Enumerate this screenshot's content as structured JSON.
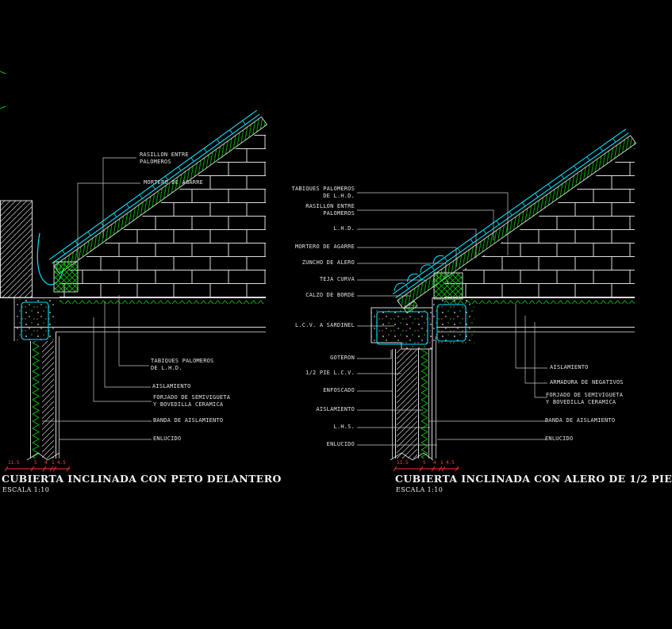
{
  "drawing": {
    "left": {
      "title": "CUBIERTA INCLINADA CON PETO DELANTERO",
      "scale": "ESCALA 1:10",
      "callouts_top": [
        "RASILLON ENTRE\nPALOMEROS",
        "MORTERO DE AGARRE"
      ],
      "callouts_right": [
        "TABIQUES PALOMEROS\nDE L.H.D.",
        "AISLAMIENTO",
        "FORJADO DE SEMIVIGUETA\nY BOVEDILLA CERAMICA",
        "BANDA DE AISLAMIENTO",
        "ENLUCIDO"
      ],
      "scale_numbers": [
        "11.5",
        "5",
        "4",
        "1",
        "4.5"
      ]
    },
    "right": {
      "title": "CUBIERTA INCLINADA CON ALERO DE 1/2 PIE",
      "scale": "ESCALA 1:10",
      "callouts_left": [
        "TABIQUES PALOMEROS\nDE L.H.D.",
        "RASILLON ENTRE\nPALOMEROS",
        "L.H.D.",
        "MORTERO DE AGARRE",
        "ZUNCHO DE ALERO",
        "TEJA CURVA",
        "CALZO DE BORDE",
        "L.C.V. A SARDINEL",
        "GOTERON",
        "1/2 PIE L.C.V.",
        "ENFOSCADO",
        "AISLAMIENTO",
        "L.H.S.",
        "ENLUCIDO"
      ],
      "callouts_right": [
        "AISLAMIENTO",
        "ARMADURA DE NEGATIVOS",
        "FORJADO DE SEMIVIGUETA\nY BOVEDILLA CERAMICA",
        "BANDA DE AISLAMIENTO",
        "ENLUCIDO"
      ],
      "scale_numbers": [
        "11.5",
        "5",
        "4",
        "1",
        "4.5"
      ]
    },
    "colors": {
      "background": "#000000",
      "lines": "#dcdcdc",
      "cyan": "#00e5ff",
      "green": "#00cc00",
      "red": "#ff3232"
    }
  }
}
